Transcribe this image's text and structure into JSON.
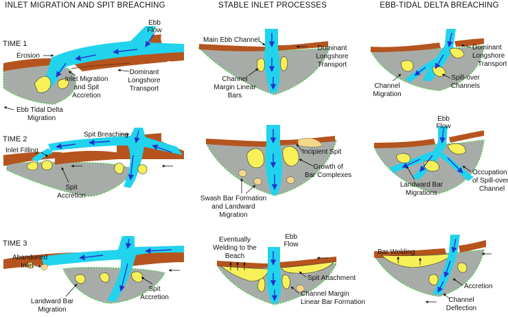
{
  "headers": {
    "col1": "INLET MIGRATION AND SPIT BREACHING",
    "col2": "STABLE INLET PROCESSES",
    "col3": "EBB-TIDAL DELTA BREACHING"
  },
  "times": {
    "t1": "TIME 1",
    "t2": "TIME 2",
    "t3": "TIME 3"
  },
  "p11": {
    "ebb": [
      "Ebb",
      "Flow"
    ],
    "erosion_left": "Erosion",
    "erosion_right": "Erosion",
    "migration": [
      "Inlet Migration",
      "and Spit",
      "Accretion"
    ],
    "longshore": [
      "Dominant",
      "Longshore",
      "Transport"
    ],
    "delta": [
      "Ebb Tidal Delta",
      "Migration"
    ]
  },
  "p12": {
    "main": "Main Ebb Channel",
    "longshore": [
      "Dominant",
      "Longshore",
      "Transport"
    ],
    "bars": [
      "Channel",
      "Margin Linear",
      "Bars"
    ]
  },
  "p13": {
    "longshore": [
      "Dominant",
      "Longshore",
      "Transport"
    ],
    "migration": [
      "Channel",
      "Migration"
    ],
    "spill": [
      "Spill-over",
      "Channels"
    ]
  },
  "p21": {
    "breach": "Spit Breaching",
    "filling": "Inlet Filling",
    "accretion": [
      "Spit",
      "Accretion"
    ]
  },
  "p22": {
    "spit": "Incipient Spit",
    "growth": [
      "Growth of",
      "Bar Complexes"
    ],
    "swash": [
      "Swash Bar Formation",
      "and Landward",
      "Migration"
    ]
  },
  "p23": {
    "ebb": [
      "Ebb",
      "Flow"
    ],
    "occupation": [
      "Occupation",
      "of Spill-over",
      "Channel"
    ],
    "landward": [
      "Landward Bar",
      "Migrations"
    ]
  },
  "p31": {
    "abandoned": [
      "Abandoned",
      "Inlet"
    ],
    "accretion": [
      "Spit",
      "Accretion"
    ],
    "landward": [
      "Landward Bar",
      "Migration"
    ]
  },
  "p32": {
    "welding": [
      "Eventually",
      "Welding to the",
      "Beach"
    ],
    "ebb": [
      "Ebb",
      "Flow"
    ],
    "spit": "Spit Attachment",
    "margin": [
      "Channel Margin",
      "Linear Bar Formation"
    ]
  },
  "p33": {
    "welding": "Bar Welding",
    "accretion": "Accretion",
    "deflection": [
      "Channel",
      "Deflection"
    ]
  },
  "colors": {
    "water": "#22d3ee",
    "sand": "#f7f059",
    "land": "#b5541e",
    "delta": "#a8aca8",
    "edge": "#49c94a",
    "arrow": "#2233cc"
  }
}
